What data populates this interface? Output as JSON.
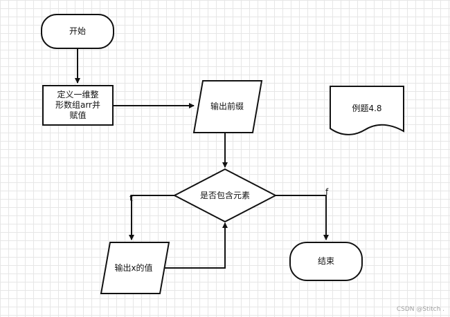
{
  "diagram": {
    "nodes": {
      "start": {
        "label": "开始",
        "shape": "terminator"
      },
      "define_array": {
        "label": "定义一维整\n形数组arr并\n赋值",
        "shape": "process"
      },
      "output_prefix": {
        "label": "输出前缀",
        "shape": "io"
      },
      "contains_element": {
        "label": "是否包含元素",
        "shape": "decision"
      },
      "output_x": {
        "label": "输出x的值",
        "shape": "io"
      },
      "end": {
        "label": "结束",
        "shape": "terminator"
      },
      "example_doc": {
        "label": "例题4.8",
        "shape": "document"
      }
    },
    "edges": {
      "true_label": "t",
      "false_label": "f"
    }
  },
  "watermark": "CSDN @Stitch .",
  "colors": {
    "stroke": "#111111",
    "fill": "#ffffff",
    "grid": "#e6e6e6"
  }
}
